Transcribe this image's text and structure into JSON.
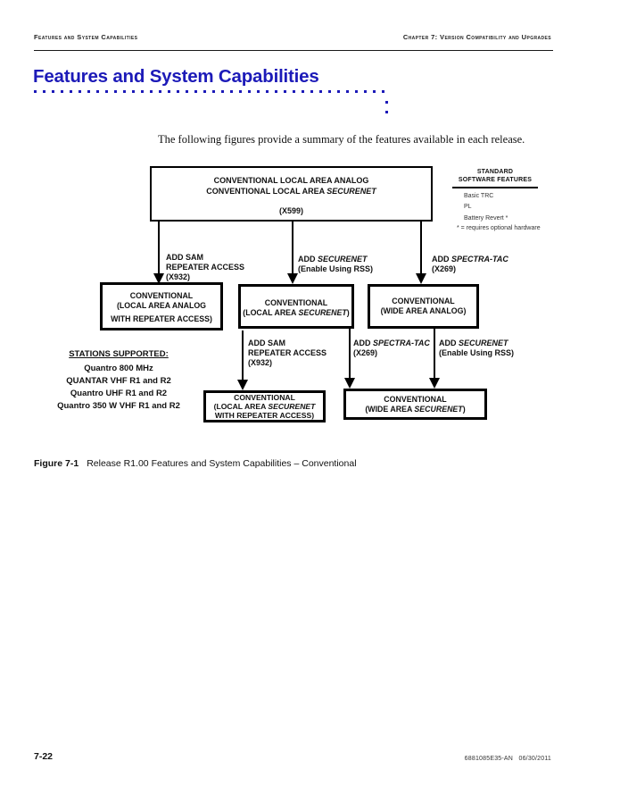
{
  "header": {
    "left": "Features and System Capabilities",
    "right": "Chapter 7: Version Compatibility and Upgrades"
  },
  "title": "Features and System Capabilities",
  "intro": "The following figures provide a summary of the features available in each release.",
  "colors": {
    "title_blue": "#1c1ab8",
    "line_black": "#000000"
  },
  "diagram": {
    "top_box": {
      "l1": "CONVENTIONAL LOCAL AREA ANALOG",
      "l2a": "CONVENTIONAL LOCAL AREA ",
      "l2b": "SECURENET",
      "code": "(X599)"
    },
    "standard_features": {
      "t1": "STANDARD",
      "t2": "SOFTWARE FEATURES",
      "items": [
        "Basic TRC",
        "PL",
        "Battery Revert *"
      ],
      "note": "* = requires optional hardware"
    },
    "labels": {
      "sam1": {
        "l1": "ADD SAM",
        "l2": "REPEATER ACCESS",
        "l3": "(X932)"
      },
      "securenet1": {
        "l1a": "ADD ",
        "l1b": "SECURENET",
        "l2": "(Enable Using RSS)"
      },
      "spectra1": {
        "l1a": "ADD ",
        "l1b": "SPECTRA-TAC",
        "l2": "(X269)"
      },
      "sam2": {
        "l1": "ADD SAM",
        "l2": "REPEATER ACCESS",
        "l3": "(X932)"
      },
      "spectra2": {
        "l1a": "ADD ",
        "l1b": "SPECTRA-TAC",
        "l2": "(X269)"
      },
      "securenet2": {
        "l1a": "ADD ",
        "l1b": "SECURENET",
        "l2": "(Enable Using RSS)"
      }
    },
    "boxes": {
      "local_analog_repeater": {
        "l1": "CONVENTIONAL",
        "l2": "(LOCAL AREA ANALOG",
        "l3": "WITH REPEATER ACCESS)"
      },
      "local_securenet": {
        "l1": "CONVENTIONAL",
        "l2a": "(LOCAL AREA ",
        "l2b": "SECURENET",
        "l2c": ")"
      },
      "wide_analog": {
        "l1": "CONVENTIONAL",
        "l2": "(WIDE AREA ANALOG)"
      },
      "local_securenet_repeater": {
        "l1": "CONVENTIONAL",
        "l2a": "(LOCAL AREA ",
        "l2b": "SECURENET",
        "l3": "WITH REPEATER ACCESS)"
      },
      "wide_securenet": {
        "l1": "CONVENTIONAL",
        "l2a": "(WIDE AREA ",
        "l2b": "SECURENET",
        "l2c": ")"
      }
    },
    "stations": {
      "title": "STATIONS SUPPORTED:",
      "items": [
        "Quantro 800 MHz",
        "QUANTAR VHF R1 and R2",
        "Quantro UHF R1 and R2",
        "Quantro 350 W VHF R1 and R2"
      ]
    }
  },
  "caption": {
    "label": "Figure 7-1",
    "text": "Release R1.00 Features and System Capabilities – Conventional"
  },
  "footer": {
    "page": "7-22",
    "doc": "6881085E35-AN",
    "date": "06/30/2011"
  }
}
